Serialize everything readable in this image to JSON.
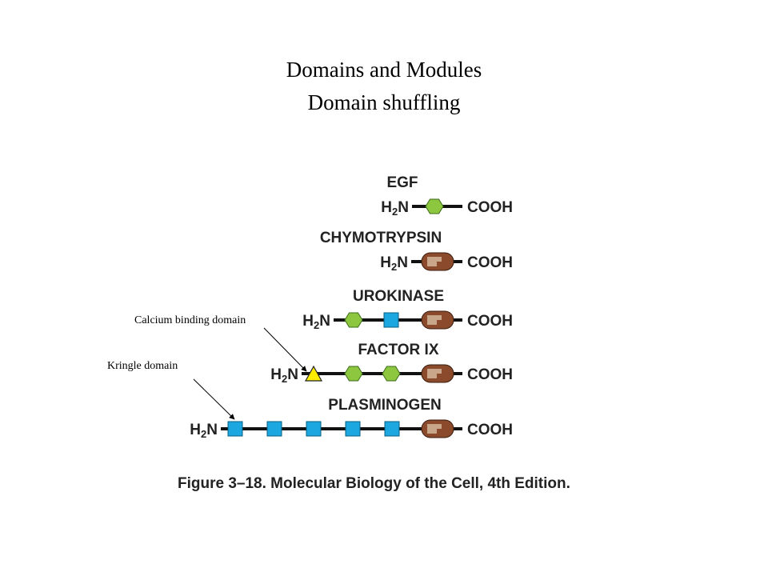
{
  "title": {
    "line1": "Domains and Modules",
    "line2": "Domain shuffling"
  },
  "annotations": {
    "calcium": "Calcium binding domain",
    "kringle": "Kringle domain"
  },
  "caption": "Figure 3–18. Molecular Biology of the Cell, 4th Edition.",
  "terminus": {
    "n_main": "H",
    "n_sub": "2",
    "n_tail": "N",
    "c": "COOH"
  },
  "proteins": [
    {
      "name": "EGF",
      "domains": [
        "egf"
      ]
    },
    {
      "name": "CHYMOTRYPSIN",
      "domains": [
        "protease"
      ]
    },
    {
      "name": "UROKINASE",
      "domains": [
        "egf",
        "kringle",
        "protease"
      ]
    },
    {
      "name": "FACTOR IX",
      "domains": [
        "calcium",
        "egf",
        "egf",
        "protease"
      ]
    },
    {
      "name": "PLASMINOGEN",
      "domains": [
        "kringle",
        "kringle",
        "kringle",
        "kringle",
        "kringle",
        "protease"
      ]
    }
  ],
  "colors": {
    "egf": "#8dc63f",
    "kringle": "#1ca7e0",
    "calcium": "#ffec00",
    "protease_dark": "#8b4a2b",
    "protease_light": "#c9a68a",
    "line": "#111111"
  }
}
